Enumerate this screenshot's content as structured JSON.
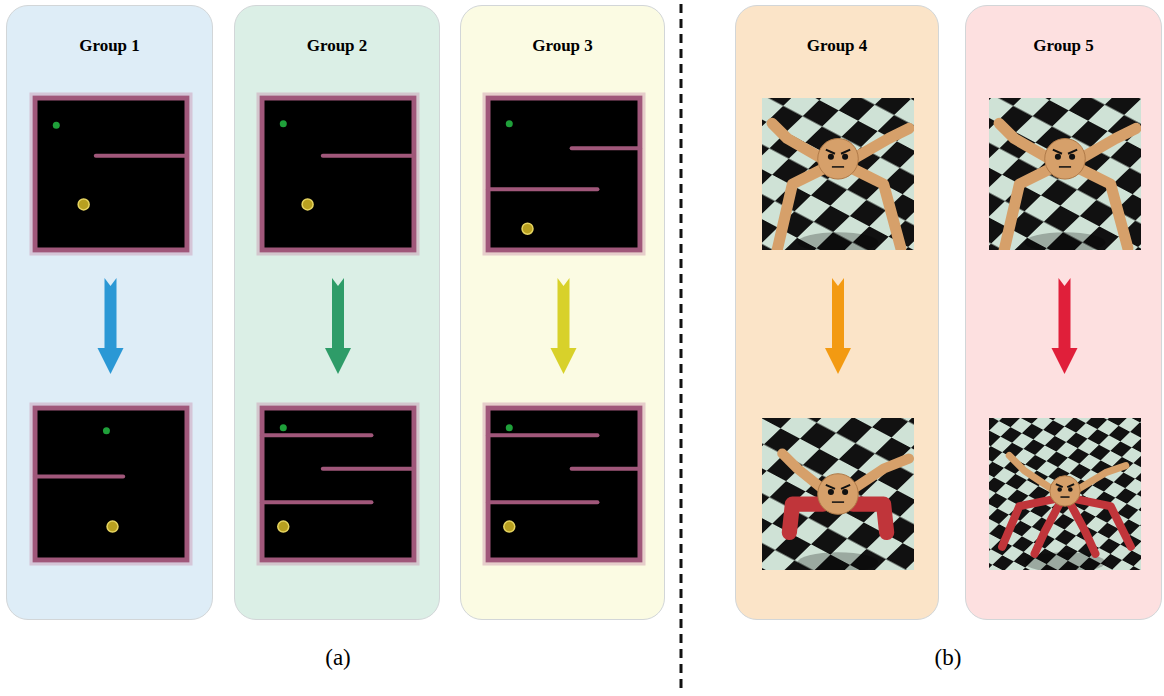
{
  "diagram": {
    "nodes": [
      {
        "text": [
          "Group 1"
        ]
      },
      {
        "text": [
          "Group 2"
        ]
      },
      {
        "text": [
          "Group 3"
        ]
      },
      {
        "text": [
          "Group 4"
        ]
      },
      {
        "text": [
          "Group 5"
        ]
      }
    ],
    "labels": [
      "(a)",
      "(b)"
    ]
  }
}
